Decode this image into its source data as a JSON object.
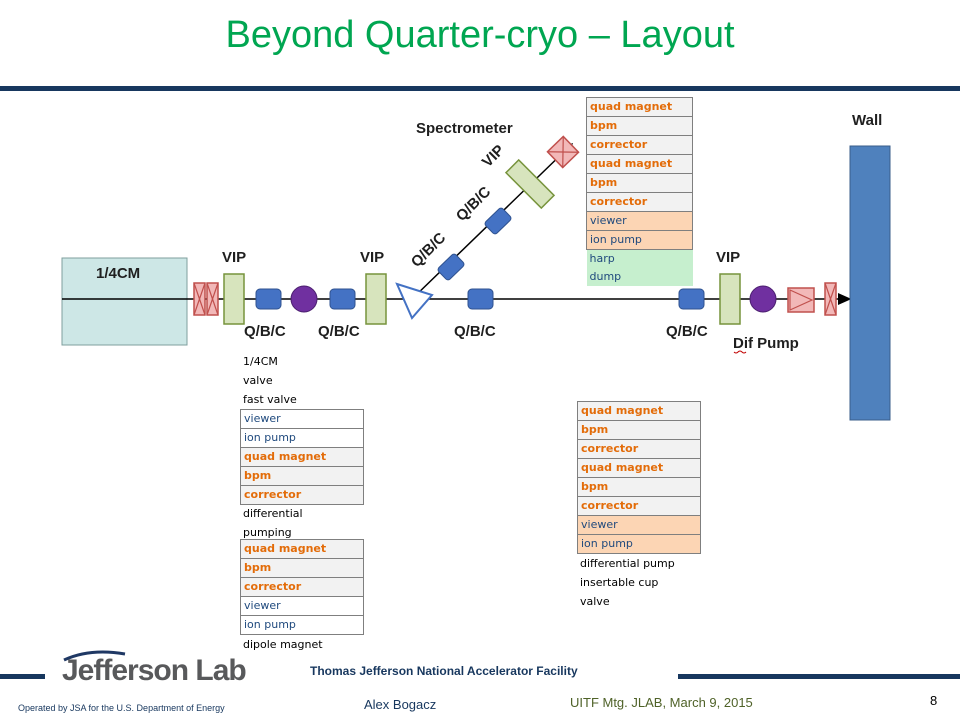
{
  "title": "Beyond Quarter-cryo – Layout",
  "labels": {
    "quarter_cm": "1/4CM",
    "spectrometer": "Spectrometer",
    "wall": "Wall",
    "vip_1": "VIP",
    "vip_2": "VIP",
    "vip_3": "VIP",
    "vip_4": "VIP",
    "qbc_1": "Q/B/C",
    "qbc_2": "Q/B/C",
    "qbc_3": "Q/B/C",
    "qbc_4": "Q/B/C",
    "qbc_diag_1": "Q/B/C",
    "qbc_diag_2": "Q/B/C",
    "dif_pump": "Dif Pump"
  },
  "spectrometer_table": [
    {
      "text": "quad magnet",
      "style": "row-quad"
    },
    {
      "text": "bpm",
      "style": "row-bpm"
    },
    {
      "text": "corrector",
      "style": "row-corr"
    },
    {
      "text": "quad magnet",
      "style": "row-quad"
    },
    {
      "text": "bpm",
      "style": "row-bpm"
    },
    {
      "text": "corrector",
      "style": "row-corr"
    },
    {
      "text": "viewer",
      "style": "row-orange"
    },
    {
      "text": "ion pump",
      "style": "row-orange"
    },
    {
      "text": "harp",
      "style": "row-green"
    },
    {
      "text": "dump",
      "style": "row-green"
    }
  ],
  "left_list": {
    "top_items": [
      "1/4CM",
      "valve",
      "fast valve"
    ],
    "table1": [
      {
        "text": "viewer",
        "style": "row-plain"
      },
      {
        "text": "ion pump",
        "style": "row-plain"
      },
      {
        "text": "quad magnet",
        "style": "row-quad"
      },
      {
        "text": "bpm",
        "style": "row-bpm"
      },
      {
        "text": "corrector",
        "style": "row-corr"
      }
    ],
    "middle_items": [
      "differential",
      "pumping"
    ],
    "table2": [
      {
        "text": "quad magnet",
        "style": "row-quad"
      },
      {
        "text": "bpm",
        "style": "row-bpm"
      },
      {
        "text": "corrector",
        "style": "row-corr"
      },
      {
        "text": "viewer",
        "style": "row-plain"
      },
      {
        "text": "ion pump",
        "style": "row-plain"
      }
    ],
    "bottom_items": [
      "dipole magnet"
    ]
  },
  "right_list": {
    "table": [
      {
        "text": "quad magnet",
        "style": "row-quad"
      },
      {
        "text": "bpm",
        "style": "row-bpm"
      },
      {
        "text": "corrector",
        "style": "row-corr"
      },
      {
        "text": "quad magnet",
        "style": "row-quad"
      },
      {
        "text": "bpm",
        "style": "row-bpm"
      },
      {
        "text": "corrector",
        "style": "row-corr"
      },
      {
        "text": "viewer",
        "style": "row-orange"
      },
      {
        "text": "ion pump",
        "style": "row-orange"
      }
    ],
    "bottom_items": [
      "differential pump",
      "insertable cup",
      "valve"
    ]
  },
  "footer": {
    "logo": "Jefferson Lab",
    "facility": "Thomas Jefferson National Accelerator Facility",
    "operated": "Operated by JSA for the U.S. Department of Energy",
    "author": "Alex Bogacz",
    "meeting": "UITF Mtg. JLAB, March 9, 2015",
    "page": "8"
  },
  "colors": {
    "title": "#00a651",
    "rule": "#17375e",
    "quarter_cm_box": "#cde7e6",
    "magnet": "#4472c4",
    "bpm_circle": "#7030a0",
    "vip": "#d7e4bd",
    "valve": "#f2b8b8",
    "wall": "#4f81bd",
    "orange_text": "#e36c09"
  }
}
